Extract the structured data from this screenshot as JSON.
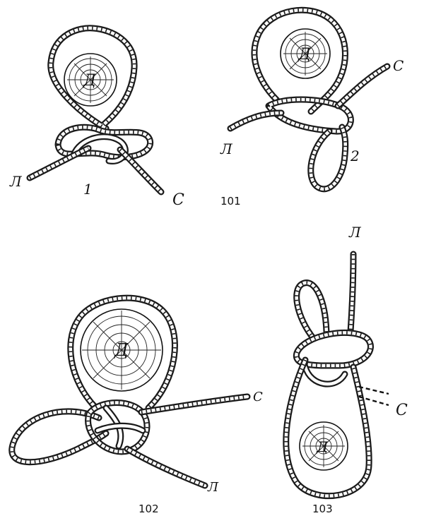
{
  "figures": [
    {
      "number": "101",
      "post_label": "Д",
      "variants": [
        {
          "number": "1",
          "end_labels": {
            "left": "Л",
            "right": "С"
          }
        },
        {
          "number": "2",
          "end_labels": {
            "left": "Л",
            "right": "С"
          }
        }
      ]
    },
    {
      "number": "102",
      "post_label": "Д",
      "end_labels": {
        "top_right": "С",
        "bottom_right": "Л"
      }
    },
    {
      "number": "103",
      "post_label": "Д",
      "end_labels": {
        "top": "Л",
        "right": "С"
      }
    }
  ]
}
